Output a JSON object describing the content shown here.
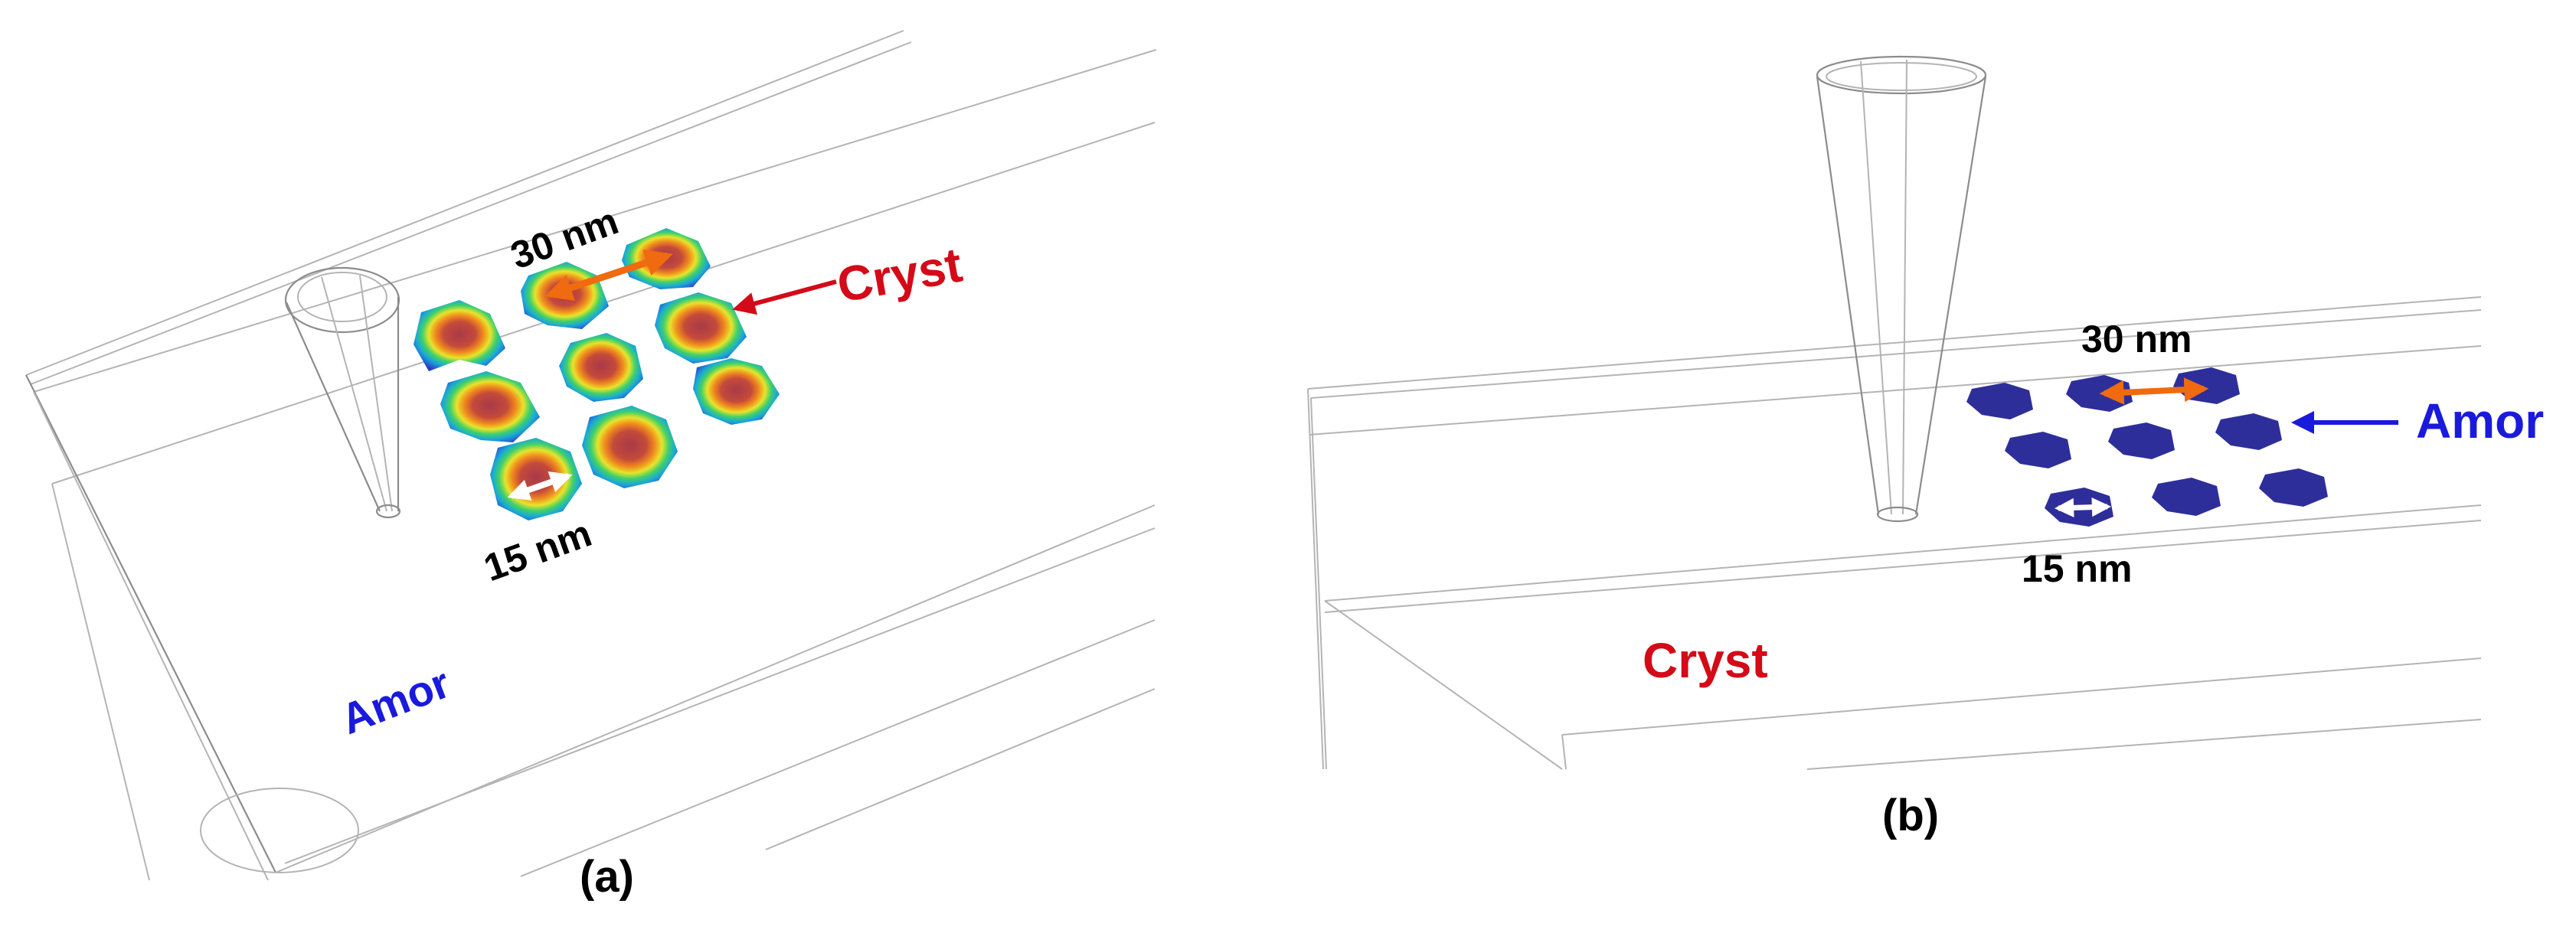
{
  "panel_a": {
    "caption": "(a)",
    "spacing_label": "30 nm",
    "dot_size_label": "15 nm",
    "dot_label": "Cryst",
    "background_label": "Amor",
    "dot_label_color": "#d40a18",
    "background_label_color": "#1a1adc"
  },
  "panel_b": {
    "caption": "(b)",
    "spacing_label": "30 nm",
    "dot_size_label": "15 nm",
    "dot_label": "Amor",
    "background_label": "Cryst",
    "dot_label_color": "#1a1adc",
    "background_label_color": "#d40a18"
  },
  "colors": {
    "spacing_arrow": "#f06a10",
    "size_arrow": "#ffffff",
    "amorphous_dot": "#2e2e9a",
    "crystal_dot_core": "#b83a3a",
    "crystal_dot_edge": "#2d3cc8"
  }
}
